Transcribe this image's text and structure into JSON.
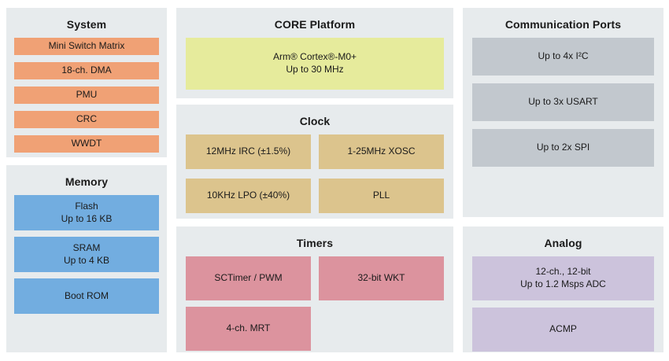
{
  "diagram": {
    "panel_bg": "#e7ebed",
    "text_color": "#1a1a1a",
    "panels": {
      "system": {
        "title": "System",
        "block_color": "#f0a175",
        "items": [
          "Mini Switch Matrix",
          "18-ch. DMA",
          "PMU",
          "CRC",
          "WWDT"
        ]
      },
      "memory": {
        "title": "Memory",
        "block_color": "#72ade0",
        "items": [
          "Flash\nUp to 16 KB",
          "SRAM\nUp to 4 KB",
          "Boot ROM"
        ]
      },
      "core": {
        "title": "CORE Platform",
        "block_color": "#e6eb9c",
        "items": [
          "Arm® Cortex®-M0+\nUp to 30 MHz"
        ]
      },
      "clock": {
        "title": "Clock",
        "block_color": "#dcc48d",
        "items": [
          "12MHz IRC (±1.5%)",
          "1-25MHz XOSC",
          "10KHz LPO (±40%)",
          "PLL"
        ]
      },
      "timers": {
        "title": "Timers",
        "block_color": "#dc939e",
        "items": [
          "SCTimer / PWM",
          "32-bit WKT",
          "4-ch. MRT"
        ]
      },
      "comm": {
        "title": "Communication Ports",
        "block_color": "#c2c8ce",
        "items": [
          "Up to 4x I²C",
          "Up to 3x USART",
          "Up to 2x SPI"
        ]
      },
      "analog": {
        "title": "Analog",
        "block_color": "#ccc3dc",
        "items": [
          "12-ch., 12-bit\nUp to 1.2 Msps ADC",
          "ACMP"
        ]
      }
    }
  }
}
